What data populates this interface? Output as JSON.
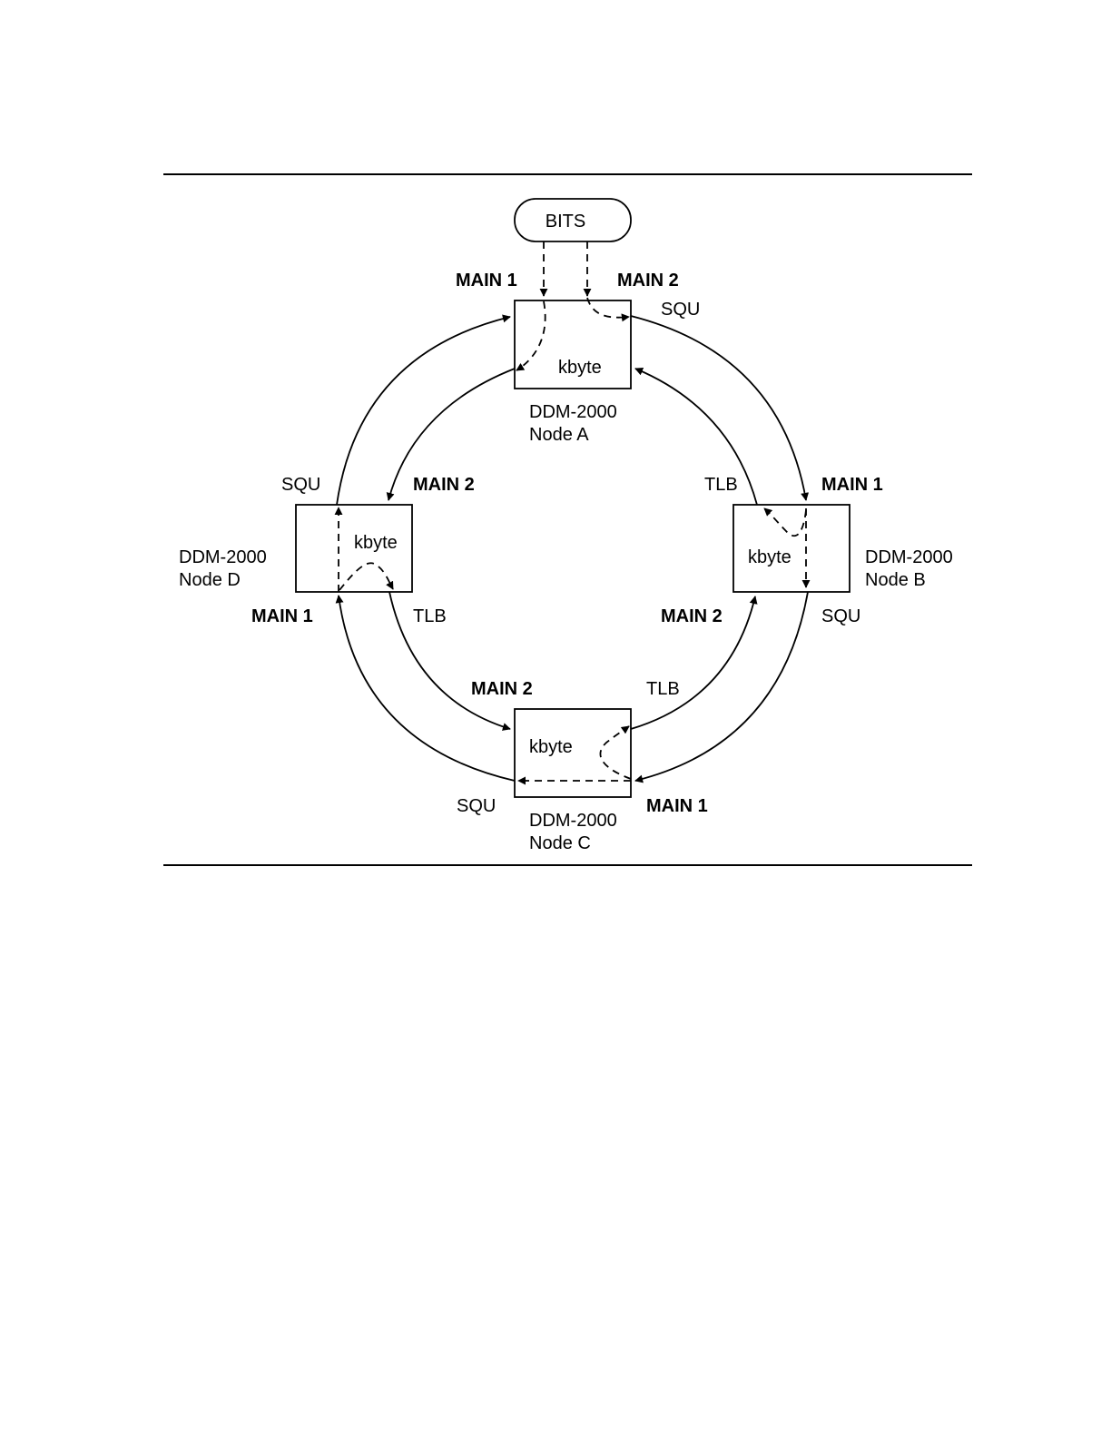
{
  "bits": {
    "label": "BITS"
  },
  "nodes": {
    "a": {
      "inner": "kbyte",
      "name_line1": "DDM-2000",
      "name_line2": "Node A"
    },
    "b": {
      "inner": "kbyte",
      "name_line1": "DDM-2000",
      "name_line2": "Node B"
    },
    "c": {
      "inner": "kbyte",
      "name_line1": "DDM-2000",
      "name_line2": "Node C"
    },
    "d": {
      "inner": "kbyte",
      "name_line1": "DDM-2000",
      "name_line2": "Node D"
    }
  },
  "labels": {
    "a_main1": "MAIN 1",
    "a_main2": "MAIN 2",
    "a_squ": "SQU",
    "d_squ": "SQU",
    "d_main2": "MAIN 2",
    "d_main1": "MAIN 1",
    "d_tlb": "TLB",
    "b_tlb": "TLB",
    "b_main1": "MAIN 1",
    "b_main2": "MAIN 2",
    "b_squ": "SQU",
    "c_main2": "MAIN 2",
    "c_tlb": "TLB",
    "c_squ": "SQU",
    "c_main1": "MAIN 1"
  }
}
